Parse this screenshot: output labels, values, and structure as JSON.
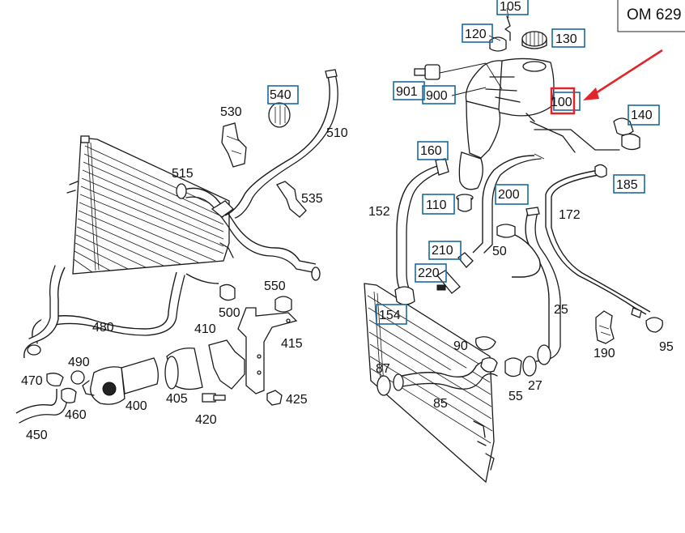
{
  "engine_code": "OM 629",
  "highlighted_part": "100",
  "colors": {
    "box_outline": "#1b6a9c",
    "highlight": "#e0262a",
    "line": "#1a1a1a"
  },
  "labels": {
    "boxed": {
      "p105": "105",
      "p120": "120",
      "p130": "130",
      "p901": "901",
      "p900": "900",
      "p100": "100",
      "p140": "140",
      "p160": "160",
      "p185": "185",
      "p110": "110",
      "p200": "200",
      "p210": "210",
      "p220": "220",
      "p154": "154",
      "p540": "540"
    },
    "plain": {
      "p530": "530",
      "p510": "510",
      "p515": "515",
      "p535": "535",
      "p152": "152",
      "p172": "172",
      "p50": "50",
      "p550": "550",
      "p500": "500",
      "p480": "480",
      "p410": "410",
      "p415": "415",
      "p25": "25",
      "p90": "90",
      "p190": "190",
      "p95": "95",
      "p87": "87",
      "p27": "27",
      "p490": "490",
      "p470": "470",
      "p400": "400",
      "p405": "405",
      "p425": "425",
      "p85": "85",
      "p55": "55",
      "p420": "420",
      "p460": "460",
      "p450": "450"
    }
  }
}
